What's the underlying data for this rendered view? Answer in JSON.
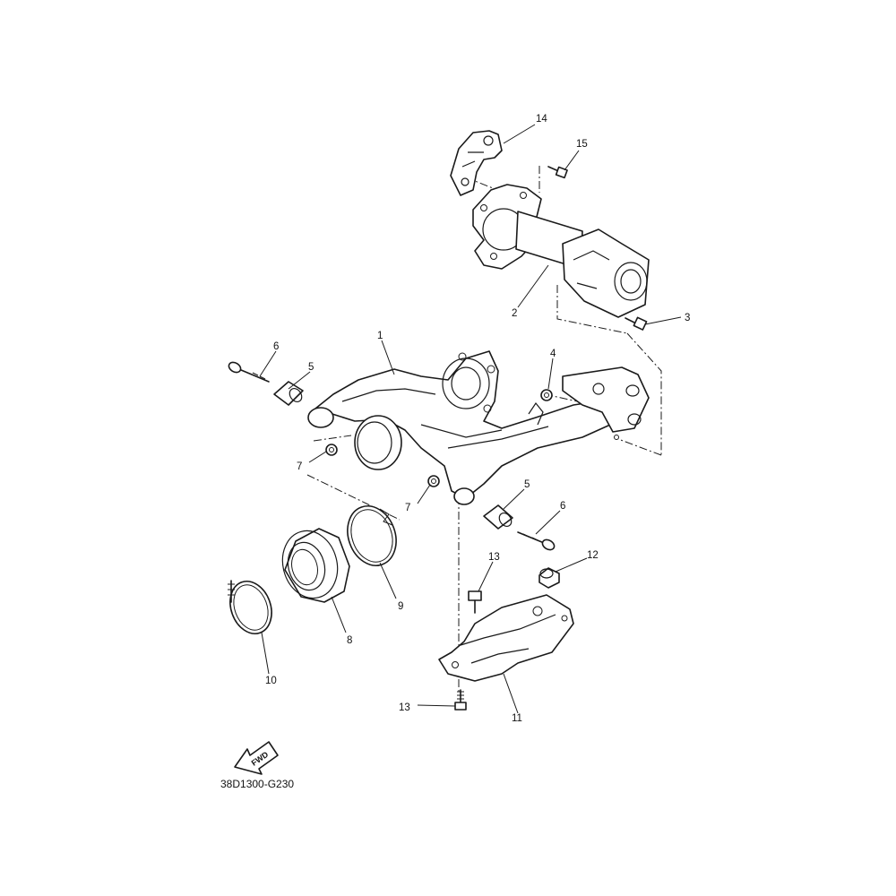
{
  "diagram": {
    "code": "38D1300-G230",
    "fwd_label": "FWD",
    "callouts": {
      "c1": "1",
      "c2": "2",
      "c3": "3",
      "c4": "4",
      "c5a": "5",
      "c5b": "5",
      "c6a": "6",
      "c6b": "6",
      "c7a": "7",
      "c7b": "7",
      "c8": "8",
      "c9": "9",
      "c10": "10",
      "c11": "11",
      "c12": "12",
      "c13a": "13",
      "c13b": "13",
      "c14": "14",
      "c15": "15"
    }
  }
}
